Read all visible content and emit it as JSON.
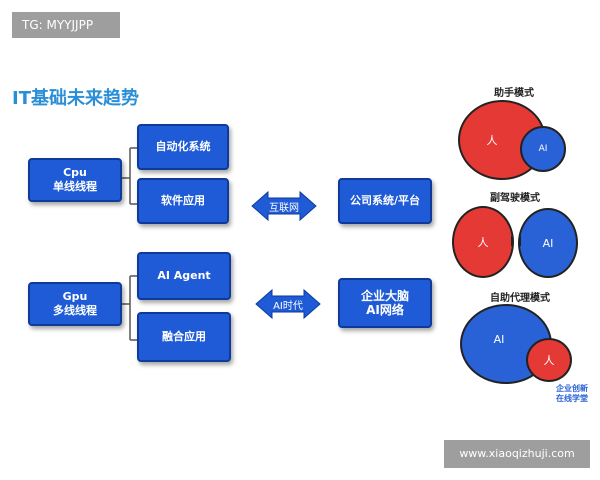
{
  "tag": "TG: MYYJJPP",
  "title": "IT基础未来趋势",
  "nodes": {
    "cpu_line1": "Cpu",
    "cpu_line2": "单线线程",
    "auto_sys": "自动化系统",
    "software": "软件应用",
    "company_platform": "公司系统/平台",
    "gpu_line1": "Gpu",
    "gpu_line2": "多线线程",
    "ai_agent": "AI Agent",
    "fusion": "融合应用",
    "enterprise_line1": "企业大脑",
    "enterprise_line2": "AI网络"
  },
  "arrows": {
    "internet": "互联网",
    "ai_era": "AI时代"
  },
  "modes": {
    "assistant": {
      "title": "助手模式",
      "human": "人",
      "ai": "AI"
    },
    "copilot": {
      "title": "副驾驶模式",
      "human": "人",
      "ai": "AI"
    },
    "autopilot": {
      "title": "自助代理模式",
      "human": "人",
      "ai": "AI"
    }
  },
  "logo": {
    "line1": "企业创新",
    "line2": "在线学堂"
  },
  "watermark": "www.xiaoqizhuji.com",
  "colors": {
    "box_blue": "#1f5bd6",
    "human_red": "#e53935",
    "ai_blue": "#2961d6",
    "title_blue": "#2a8fd6"
  }
}
